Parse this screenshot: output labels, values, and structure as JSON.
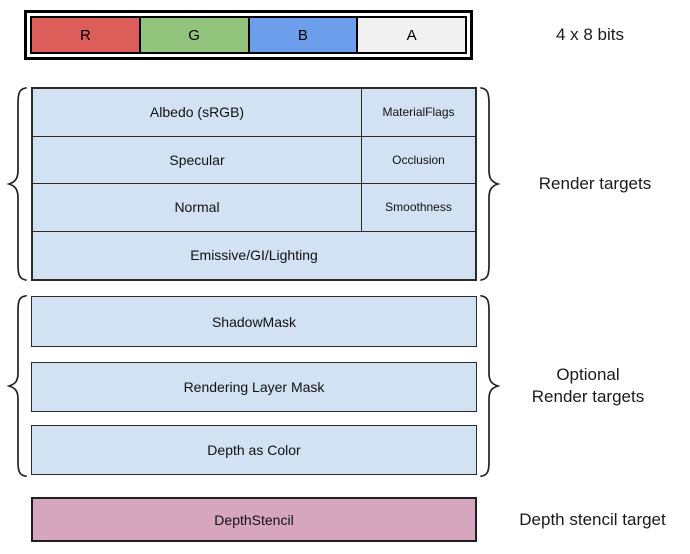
{
  "top_bar": {
    "channels": [
      {
        "label": "R",
        "color": "#dd5d5b"
      },
      {
        "label": "G",
        "color": "#93c47d"
      },
      {
        "label": "B",
        "color": "#6d9eeb"
      },
      {
        "label": "A",
        "color": "#f1f1f1"
      }
    ],
    "bits_label": "4 x 8 bits"
  },
  "render_targets": {
    "group_label": "Render targets",
    "rows": [
      {
        "main": "Albedo (sRGB)",
        "aux": "MaterialFlags"
      },
      {
        "main": "Specular",
        "aux": "Occlusion"
      },
      {
        "main": "Normal",
        "aux": "Smoothness"
      },
      {
        "main": "Emissive/GI/Lighting"
      }
    ]
  },
  "optional_render_targets": {
    "group_label_line1": "Optional",
    "group_label_line2": "Render targets",
    "rows": [
      "ShadowMask",
      "Rendering Layer Mask",
      "Depth as Color"
    ]
  },
  "depth_stencil": {
    "row_label": "DepthStencil",
    "group_label": "Depth stencil target",
    "fill_color": "#d5a6bd"
  },
  "colors": {
    "row_fill": "#d2e2f2",
    "border": "#2b2b2b"
  }
}
